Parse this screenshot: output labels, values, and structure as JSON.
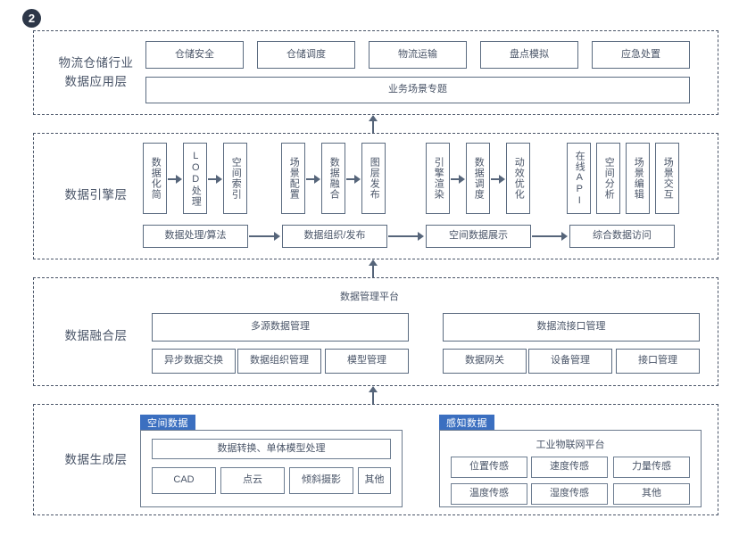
{
  "diagram": {
    "badge": "2",
    "colors": {
      "tab_blue": "#3b6fc0",
      "border_gray": "#5b6b80",
      "text_gray": "#4a5568",
      "arrow_gray": "#56657a"
    }
  },
  "layers": [
    {
      "id": "application",
      "label": "物流仓储行业\n数据应用层",
      "apps": [
        {
          "label": "仓储安全"
        },
        {
          "label": "仓储调度"
        },
        {
          "label": "物流运输"
        },
        {
          "label": "盘点模拟"
        },
        {
          "label": "应急处置"
        }
      ],
      "wide_bar": "业务场景专题"
    },
    {
      "id": "engine",
      "label": "数据引擎层",
      "groups": [
        {
          "id": "processing",
          "vertical_boxes": [
            "数据化简",
            "LOD处理",
            "空间索引"
          ],
          "connected": true,
          "summary": "数据处理/算法"
        },
        {
          "id": "organization",
          "vertical_boxes": [
            "场景配置",
            "数据融合",
            "图层发布"
          ],
          "connected": true,
          "summary": "数据组织/发布"
        },
        {
          "id": "display",
          "vertical_boxes": [
            "引擎渲染",
            "数据调度",
            "动效优化"
          ],
          "connected": true,
          "summary": "空间数据展示"
        },
        {
          "id": "access",
          "vertical_boxes": [
            "在线API",
            "空间分析",
            "场景编辑",
            "场景交互"
          ],
          "connected": false,
          "summary": "综合数据访问"
        }
      ]
    },
    {
      "id": "fusion",
      "label": "数据融合层",
      "platform_label": "数据管理平台",
      "columns": [
        {
          "header": "多源数据管理",
          "items": [
            "异步数据交换",
            "数据组织管理",
            "模型管理"
          ]
        },
        {
          "header": "数据流接口管理",
          "items": [
            "数据网关",
            "设备管理",
            "接口管理"
          ]
        }
      ]
    },
    {
      "id": "generation",
      "label": "数据生成层",
      "panels": [
        {
          "tab": "空间数据",
          "header": "数据转换、单体模型处理",
          "items": [
            "CAD",
            "点云",
            "倾斜摄影",
            "其他"
          ]
        },
        {
          "tab": "感知数据",
          "platform_label": "工业物联网平台",
          "items": [
            "位置传感",
            "速度传感",
            "力量传感",
            "温度传感",
            "湿度传感",
            "其他"
          ]
        }
      ]
    }
  ]
}
